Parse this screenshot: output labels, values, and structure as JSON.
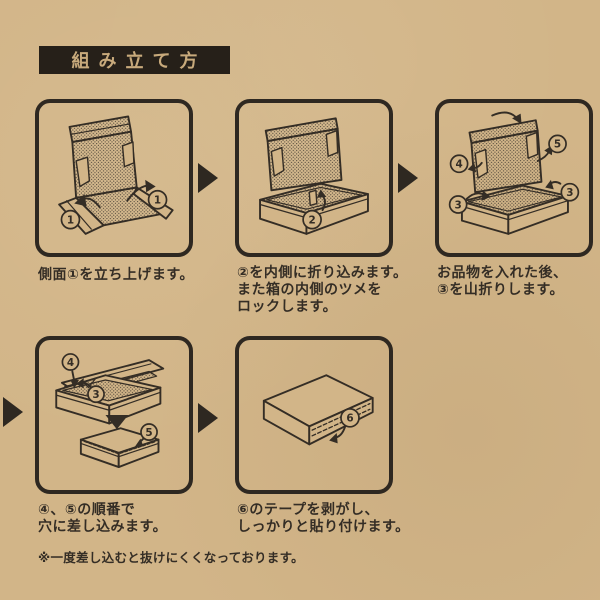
{
  "title": {
    "label": "組み立て方"
  },
  "colors": {
    "paper": "#d2b588",
    "ink": "#342d25",
    "banner_bg": "#262019",
    "banner_fg": "#c8aa7c"
  },
  "steps": [
    {
      "caption_lines": [
        "側面①を立ち上げます。"
      ],
      "diagram_labels": {
        "a": "1",
        "b": "1"
      }
    },
    {
      "caption_lines": [
        "②を内側に折り込みます。",
        "また箱の内側のツメを",
        "ロックします。"
      ],
      "diagram_labels": {
        "a": "2"
      }
    },
    {
      "caption_lines": [
        "お品物を入れた後、",
        "③を山折りします。"
      ],
      "diagram_labels": {
        "a": "4",
        "b": "5",
        "c": "3",
        "d": "3"
      }
    },
    {
      "caption_lines": [
        "④、⑤の順番で",
        "穴に差し込みます。"
      ],
      "diagram_labels": {
        "a": "4",
        "b": "3",
        "c": "5"
      }
    },
    {
      "caption_lines": [
        "⑥のテープを剥がし、",
        "しっかりと貼り付けます。"
      ],
      "diagram_labels": {
        "a": "6"
      }
    }
  ],
  "footnote": "※一度差し込むと抜けにくくなっております。"
}
